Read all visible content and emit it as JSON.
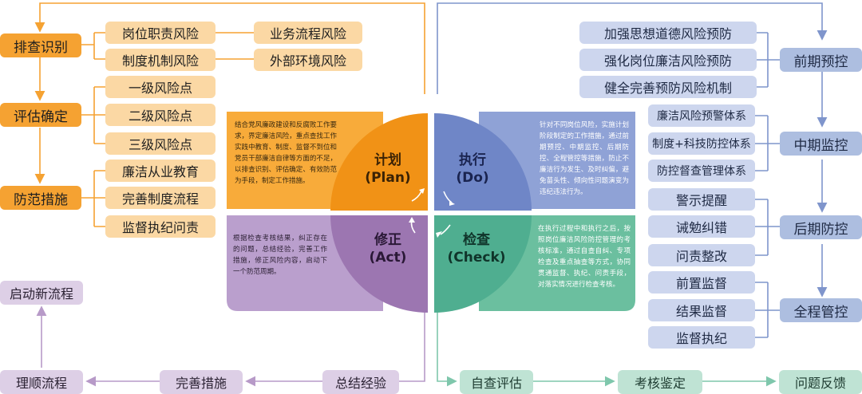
{
  "orange": {
    "main": [
      "排查识别",
      "评估确定",
      "防范措施"
    ],
    "row1": [
      "岗位职责风险",
      "业务流程风险"
    ],
    "row2": [
      "制度机制风险",
      "外部环境风险"
    ],
    "levels": [
      "一级风险点",
      "二级风险点",
      "三级风险点"
    ],
    "measures": [
      "廉洁从业教育",
      "完善制度流程",
      "监督执纪问责"
    ]
  },
  "blue": {
    "main": [
      "前期预控",
      "中期监控",
      "后期防控",
      "全程管控"
    ],
    "pre": [
      "加强思想道德风险预防",
      "强化岗位廉洁风险预防",
      "健全完善预防风险机制"
    ],
    "mid": [
      "廉洁风险预警体系",
      "制度+科技防控体系",
      "防控督查管理体系"
    ],
    "post": [
      "警示提醒",
      "诫勉纠错",
      "问责整改"
    ],
    "whole": [
      "前置监督",
      "结果监督",
      "监督执纪"
    ]
  },
  "purple": {
    "restart": "启动新流程",
    "bottom": [
      "理顺流程",
      "完善措施",
      "总结经验"
    ]
  },
  "green": {
    "bottom": [
      "自查评估",
      "考核鉴定",
      "问题反馈"
    ]
  },
  "pdca": {
    "plan": {
      "cn": "计划",
      "en": "(Plan)",
      "desc": "结合党风廉政建设和反腐败工作要求，界定廉洁风险，重点查找工作实践中教育、制度、监督不到位和党员干部廉洁自律等方面的不足，以排查识别、评估确定、有效防范为手段，制定工作措施。"
    },
    "do": {
      "cn": "执行",
      "en": "(Do)",
      "desc": "针对不同岗位风险，实施计划阶段制定的工作措施，通过前期预控、中期监控、后期防控、全程管控等措施，防止不廉洁行为发生、及时纠偏，避免苗头性、倾向性问题演变为违纪违法行为。"
    },
    "check": {
      "cn": "检查",
      "en": "(Check)",
      "desc": "在执行过程中和执行之后，按照岗位廉洁风险防控管理的考核标准，通过自查自纠、专项检查及重点抽查等方式，协同贯通监督、执纪、问责手段，对落实情况进行检查考核。"
    },
    "act": {
      "cn": "修正",
      "en": "(Act)",
      "desc": "根据检查考核结果，纠正存在的问题，总结经验，完善工作措施，修正风险内容，启动下一个防范周期。"
    }
  },
  "colors": {
    "orange": "#f5a232",
    "orange_light": "#fbd8a4",
    "blue": "#6f86c7",
    "blue_light": "#cdd6ee",
    "purple": "#9c76b1",
    "purple_light": "#ddcfe6",
    "green": "#4fae90",
    "green_light": "#bfe3d4"
  }
}
